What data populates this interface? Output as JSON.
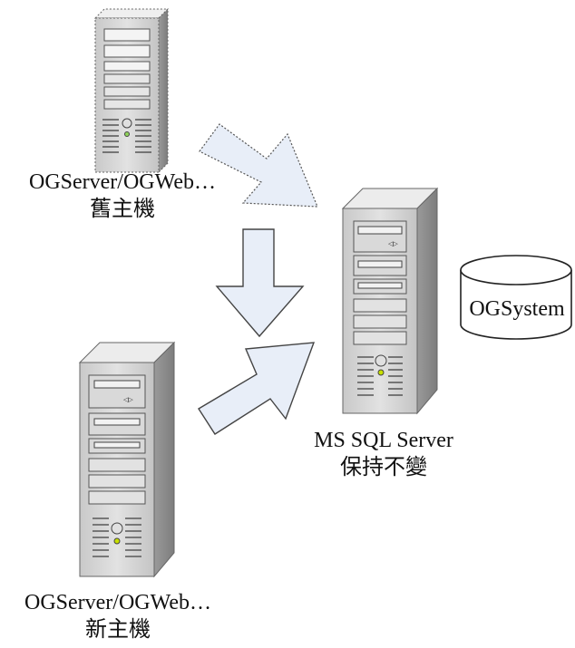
{
  "old_server": {
    "line1": "OGServer/OGWeb…",
    "line2": "舊主機"
  },
  "new_server": {
    "line1": "OGServer/OGWeb…",
    "line2": "新主機"
  },
  "sql_server": {
    "line1": "MS SQL Server",
    "line2": "保持不變"
  },
  "database": {
    "label": "OGSystem"
  },
  "colors": {
    "arrow_fill": "#e8eef8",
    "arrow_stroke": "#555555",
    "server_front": "#d6d6d6",
    "server_side": "#a8a8a8",
    "server_top": "#ececec",
    "drive_led": "#7fd34a"
  }
}
